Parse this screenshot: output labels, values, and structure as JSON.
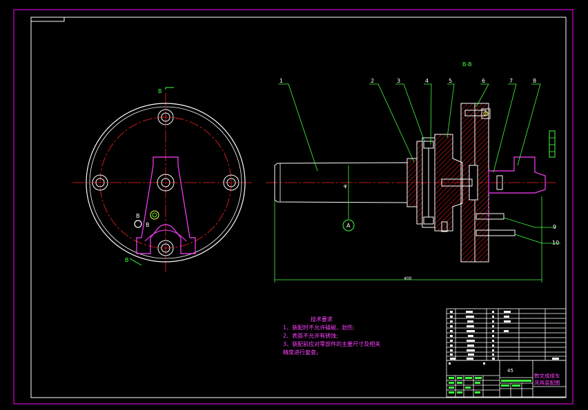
{
  "section_label": "B-B",
  "view_marks": {
    "b_top": "B",
    "b_bottom": "B",
    "b_small_1": "B",
    "b_small_2": "B",
    "view_a": "A"
  },
  "callouts": [
    "1",
    "2",
    "3",
    "4",
    "5",
    "6",
    "7",
    "8",
    "9",
    "10"
  ],
  "dimension": "400",
  "diameter_mark": "φ",
  "tech_requirements": {
    "title": "技术要求",
    "lines": [
      "1、装配时不允许磕碰、划伤;",
      "2、表面不允许有锈蚀;",
      "3、装配前应对零部件的主要尺寸及相关",
      "精度进行复查。"
    ]
  },
  "title_block": {
    "quantity": "45",
    "name_line1": "数文成组车",
    "name_line2": "床具装配图"
  },
  "colors": {
    "frame": "#ff00ff",
    "lines": "#ffffff",
    "center": "#ff2020",
    "leader": "#00ff00",
    "hidden": "#ff40ff",
    "hatch": "#ff2020"
  }
}
